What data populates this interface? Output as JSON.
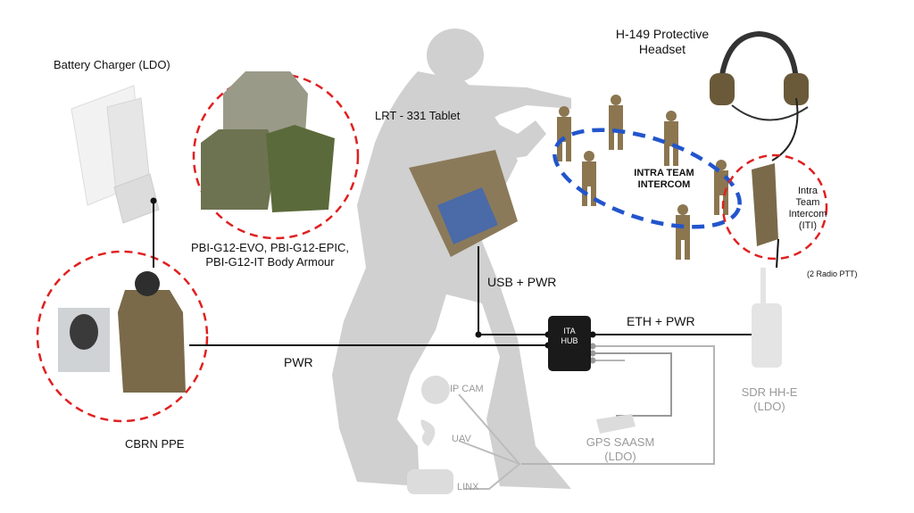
{
  "labels": {
    "battery_charger": "Battery Charger (LDO)",
    "tablet": "LRT - 331 Tablet",
    "headset": [
      "H-149 Protective",
      "Headset"
    ],
    "intra_team_intercom_center": [
      "INTRA TEAM",
      "INTERCOM"
    ],
    "iti": [
      "Intra",
      "Team",
      "Intercom",
      "(ITI)"
    ],
    "radio_ptt": "(2 Radio PTT)",
    "body_armour": [
      "PBI-G12-EVO, PBI-G12-EPIC,",
      "PBI-G12-IT Body Armour"
    ],
    "usb_pwr": "USB + PWR",
    "eth_pwr": "ETH + PWR",
    "pwr": "PWR",
    "hub": [
      "ITA",
      "HUB"
    ],
    "cbrn": "CBRN PPE",
    "sdr": [
      "SDR HH-E",
      "(LDO)"
    ],
    "gps": [
      "GPS SAASM",
      "(LDO)"
    ],
    "ip_cam": "IP CAM",
    "uav": "UAV",
    "linx": "LINX"
  },
  "colors": {
    "highlight_circle": "#e02020",
    "intercom_ring": "#2255cc",
    "connector_dark": "#111111",
    "connector_ldo": "#9a9a9a",
    "silhouette": "#d0d0d0",
    "camo": "#7a6a4a"
  }
}
